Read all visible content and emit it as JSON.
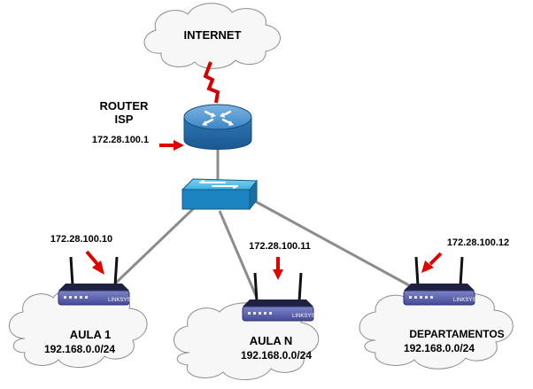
{
  "internet": {
    "label": "INTERNET"
  },
  "router": {
    "label_line1": "ROUTER",
    "label_line2": "ISP",
    "ip": "172.28.100.1"
  },
  "switch": {
    "icon": "network-switch-icon"
  },
  "nodes": [
    {
      "id": "aula1",
      "ip": "172.28.100.10",
      "name": "AULA 1",
      "network": "192.168.0.0/24",
      "icon": "wireless-router-icon",
      "brand": "LINKSYS"
    },
    {
      "id": "aulan",
      "ip": "172.28.100.11",
      "name": "AULA N",
      "network": "192.168.0.0/24",
      "icon": "wireless-router-icon",
      "brand": "LINKSYS"
    },
    {
      "id": "departamentos",
      "ip": "172.28.100.12",
      "name": "DEPARTAMENTOS",
      "network": "192.168.0.0/24",
      "icon": "wireless-router-icon",
      "brand": "LINKSYS"
    }
  ],
  "colors": {
    "cloud_fill": "#f7f7f7",
    "cloud_stroke": "#8c8c8c",
    "wan_link": "#d40000",
    "lan_link": "#8c8c8c",
    "arrow": "#e00000",
    "router_blue": "#2a74b6",
    "switch_blue": "#1e9ad6",
    "wifi_body": "#5c62ae"
  }
}
